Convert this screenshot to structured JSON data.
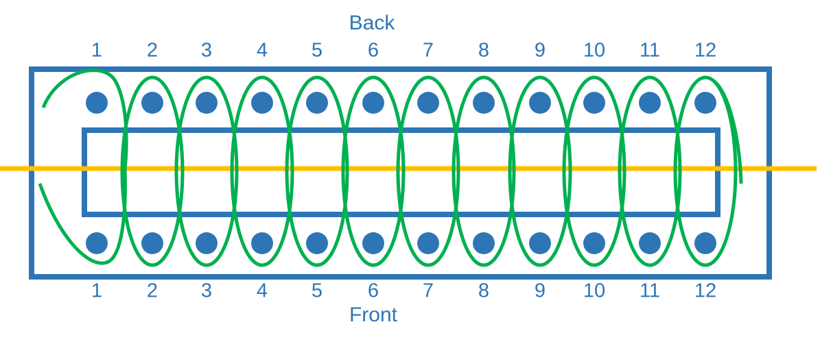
{
  "labels": {
    "back": "Back",
    "front": "Front"
  },
  "pins": [
    "1",
    "2",
    "3",
    "4",
    "5",
    "6",
    "7",
    "8",
    "9",
    "10",
    "11",
    "12"
  ],
  "colors": {
    "frame": "#2E75B6",
    "pin": "#2E75B6",
    "text": "#2E75B6",
    "weave": "#00B050",
    "axis": "#FFC000"
  }
}
